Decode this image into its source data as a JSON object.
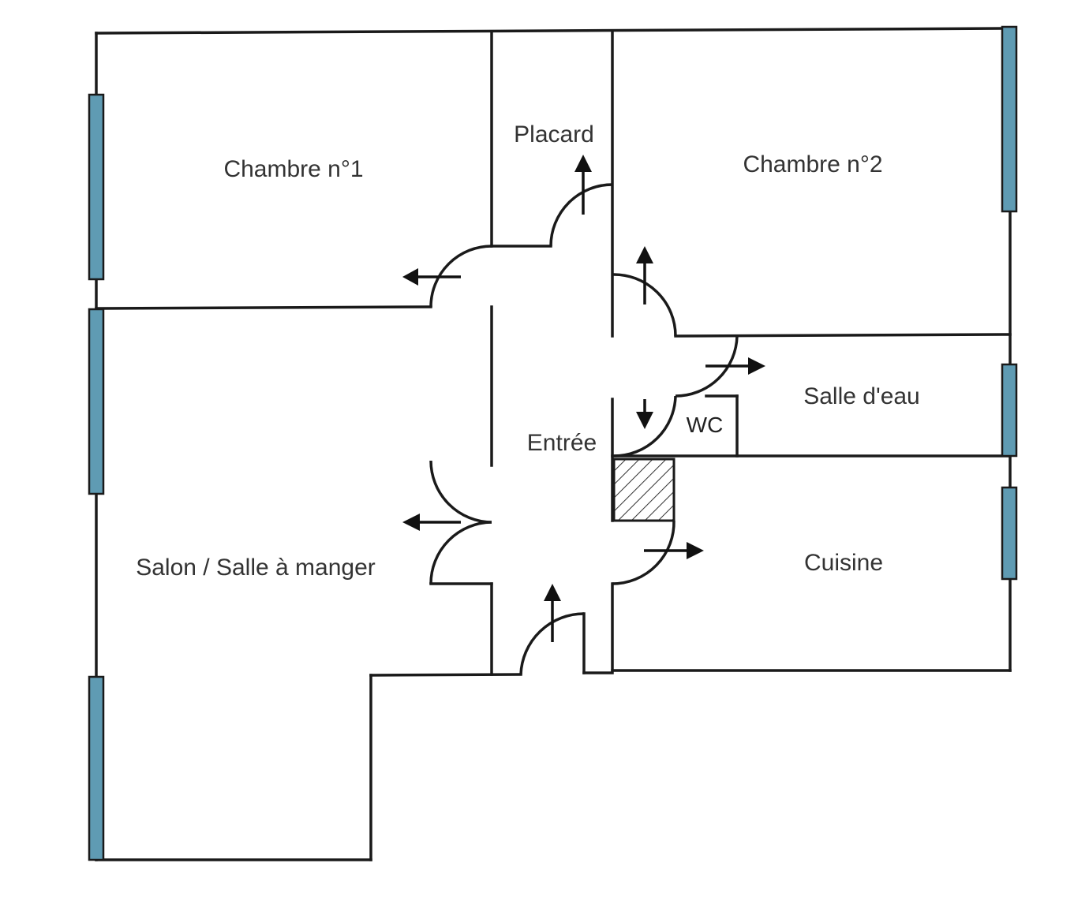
{
  "plan": {
    "rooms": {
      "chambre1": "Chambre n°1",
      "placard": "Placard",
      "chambre2": "Chambre n°2",
      "salle_eau": "Salle d'eau",
      "wc": "WC",
      "entree": "Entrée",
      "salon": "Salon / Salle à manger",
      "cuisine": "Cuisine"
    },
    "colors": {
      "wall": "#1a1a1a",
      "window": "#5f9bb3",
      "label": "#333333"
    }
  }
}
